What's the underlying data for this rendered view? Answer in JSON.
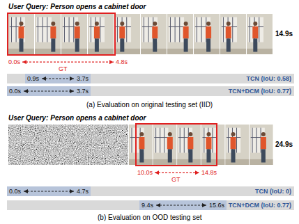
{
  "diagram": {
    "nodes": [
      {
        "text": [
          "TCN (IoU: 0.58)"
        ]
      },
      {
        "text": [
          "0.9s",
          "3.7s"
        ],
        "in": 0
      },
      {
        "text": [
          "TCN+DCM (IoU: 0.77)"
        ]
      },
      {
        "text": [
          "0.0s",
          "3.7s"
        ],
        "in": 2
      },
      {
        "text": [
          "TCN (IoU: 0)"
        ]
      },
      {
        "text": [
          "0.0s",
          "4.7s"
        ],
        "in": 4
      },
      {
        "text": [
          "TCN+DCM (IoU: 0.77)"
        ]
      },
      {
        "text": [
          "9.4s",
          "15.6s"
        ],
        "in": 6
      }
    ],
    "labels": [
      "User Query:",
      "Person opens a cabinet door",
      "14.9s",
      "0.0s",
      "4.8s",
      "GT",
      "(a) Evaluation on original testing set (IID)",
      "User Query:",
      "Person opens a cabinet door",
      "24.9s",
      "10.0s",
      "14.8s",
      "GT",
      "(b) Evaluation on OOD testing set"
    ]
  }
}
